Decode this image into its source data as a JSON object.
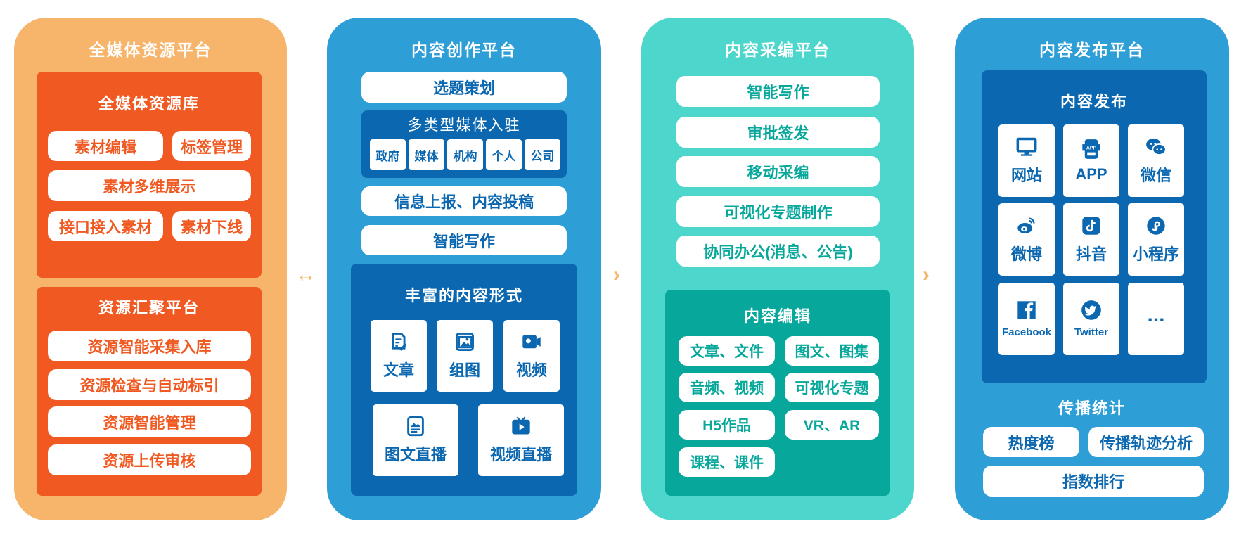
{
  "colors": {
    "orange_panel": "#F6B56B",
    "orange_inner": "#F05A22",
    "blue_panel": "#2E9FD6",
    "blue_inner": "#0B68B0",
    "teal_panel": "#4DD6CC",
    "teal_inner": "#07A89B"
  },
  "col1": {
    "title": "全媒体资源平台",
    "library": {
      "title": "全媒体资源库",
      "items": [
        "素材编辑",
        "标签管理",
        "素材多维展示",
        "接口接入素材",
        "素材下线"
      ]
    },
    "aggregation": {
      "title": "资源汇聚平台",
      "items": [
        "资源智能采集入库",
        "资源检查与自动标引",
        "资源智能管理",
        "资源上传审核"
      ]
    }
  },
  "col2": {
    "title": "内容创作平台",
    "topic": "选题策划",
    "media": {
      "title": "多类型媒体入驻",
      "chips": [
        "政府",
        "媒体",
        "机构",
        "个人",
        "公司"
      ]
    },
    "report": "信息上报、内容投稿",
    "writing": "智能写作",
    "forms": {
      "title": "丰富的内容形式",
      "tiles": [
        {
          "label": "文章",
          "icon": "article-icon"
        },
        {
          "label": "组图",
          "icon": "gallery-icon"
        },
        {
          "label": "视频",
          "icon": "video-camera-icon"
        },
        {
          "label": "图文直播",
          "icon": "image-text-live-icon"
        },
        {
          "label": "视频直播",
          "icon": "tv-play-icon"
        }
      ]
    }
  },
  "col3": {
    "title": "内容采编平台",
    "items": [
      "智能写作",
      "审批签发",
      "移动采编",
      "可视化专题制作",
      "协同办公(消息、公告)"
    ],
    "editing": {
      "title": "内容编辑",
      "chips": [
        "文章、文件",
        "图文、图集",
        "音频、视频",
        "可视化专题",
        "H5作品",
        "VR、AR",
        "课程、课件"
      ]
    }
  },
  "col4": {
    "title": "内容发布平台",
    "publish": {
      "title": "内容发布",
      "tiles": [
        {
          "label": "网站",
          "icon": "monitor-icon"
        },
        {
          "label": "APP",
          "icon": "app-phone-icon"
        },
        {
          "label": "微信",
          "icon": "wechat-icon"
        },
        {
          "label": "微博",
          "icon": "weibo-icon"
        },
        {
          "label": "抖音",
          "icon": "douyin-icon"
        },
        {
          "label": "小程序",
          "icon": "mini-program-icon"
        },
        {
          "label": "Facebook",
          "icon": "facebook-icon"
        },
        {
          "label": "Twitter",
          "icon": "twitter-icon"
        },
        {
          "label": "...",
          "icon": "more-icon"
        }
      ]
    },
    "stats": {
      "title": "传播统计",
      "items": [
        "热度榜",
        "传播轨迹分析",
        "指数排行"
      ]
    }
  },
  "arrows": {
    "a1": "↔",
    "a2": "›",
    "a3": "›"
  }
}
